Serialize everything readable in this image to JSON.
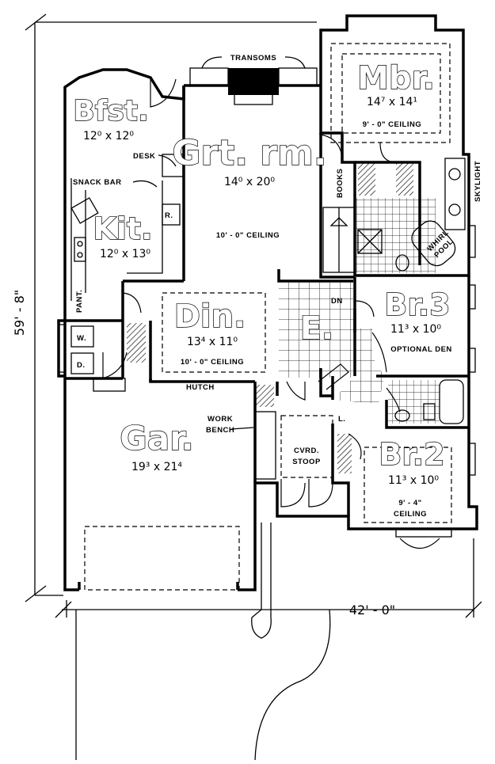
{
  "rooms": {
    "mbr": {
      "name": "Mbr.",
      "dims": "14⁷ x 14¹",
      "note": "9' - 0\" CEILING"
    },
    "bfst": {
      "name": "Bfst.",
      "dims": "12⁰ x 12⁰"
    },
    "grt": {
      "name": "Grt. rm.",
      "dims": "14⁰ x 20⁰",
      "note": "10' - 0\" CEILING"
    },
    "kit": {
      "name": "Kit.",
      "dims": "12⁰ x 13⁰"
    },
    "din": {
      "name": "Din.",
      "dims": "13⁴ x 11⁰",
      "note": "10' - 0\" CEILING"
    },
    "entry": {
      "name": "E."
    },
    "br3": {
      "name": "Br.3",
      "dims": "11³ x 10⁰",
      "note": "OPTIONAL DEN"
    },
    "gar": {
      "name": "Gar.",
      "dims": "19³ x 21⁴"
    },
    "br2": {
      "name": "Br.2",
      "dims": "11³ x 10⁰",
      "note1": "9' - 4\"",
      "note2": "CEILING"
    }
  },
  "labels": {
    "transoms": "TRANSOMS",
    "desk": "DESK",
    "snack_bar": "SNACK BAR",
    "books": "BOOKS",
    "skylight": "SKYLIGHT",
    "whirlpool_1": "WHIRL",
    "whirlpool_2": "POOL",
    "pantry": "PANT.",
    "washer": "W.",
    "dryer": "D.",
    "refrigerator": "R.",
    "down": "DN",
    "hutch": "HUTCH",
    "work_bench_1": "WORK",
    "work_bench_2": "BENCH",
    "stoop_1": "CVRD.",
    "stoop_2": "STOOP",
    "linen": "L."
  },
  "dimensions": {
    "depth": "59' - 8\"",
    "width": "42' - 0\""
  }
}
